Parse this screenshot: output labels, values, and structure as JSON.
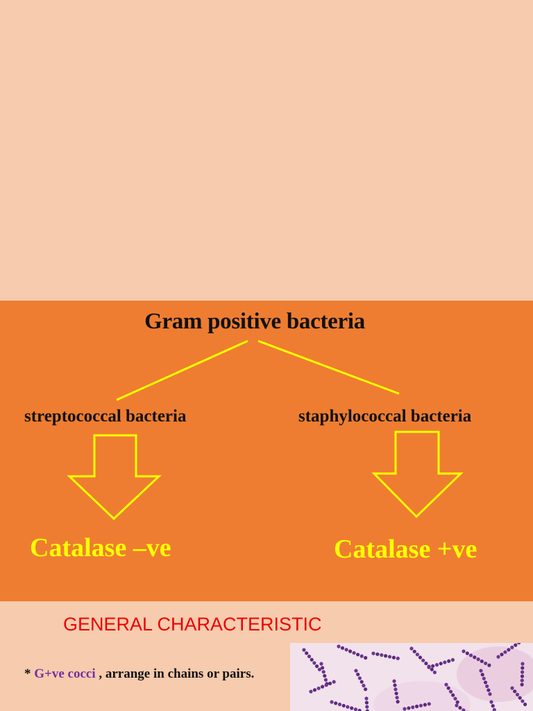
{
  "diagram": {
    "root": "Gram positive bacteria",
    "branches": [
      {
        "label": "streptococcal bacteria",
        "result": "Catalase –ve"
      },
      {
        "label": "staphylococcal bacteria",
        "result": "Catalase +ve"
      }
    ]
  },
  "characteristics": {
    "heading": "GENERAL CHARACTERISTIC",
    "bullet_prefix": "* ",
    "highlight": "G+ve cocci",
    "text": " , arrange in chains or pairs."
  },
  "colors": {
    "background": "#f7cbad",
    "panel": "#ee7d31",
    "arrow": "#ffff00",
    "heading": "#ee0000",
    "highlight": "#7030a0"
  }
}
